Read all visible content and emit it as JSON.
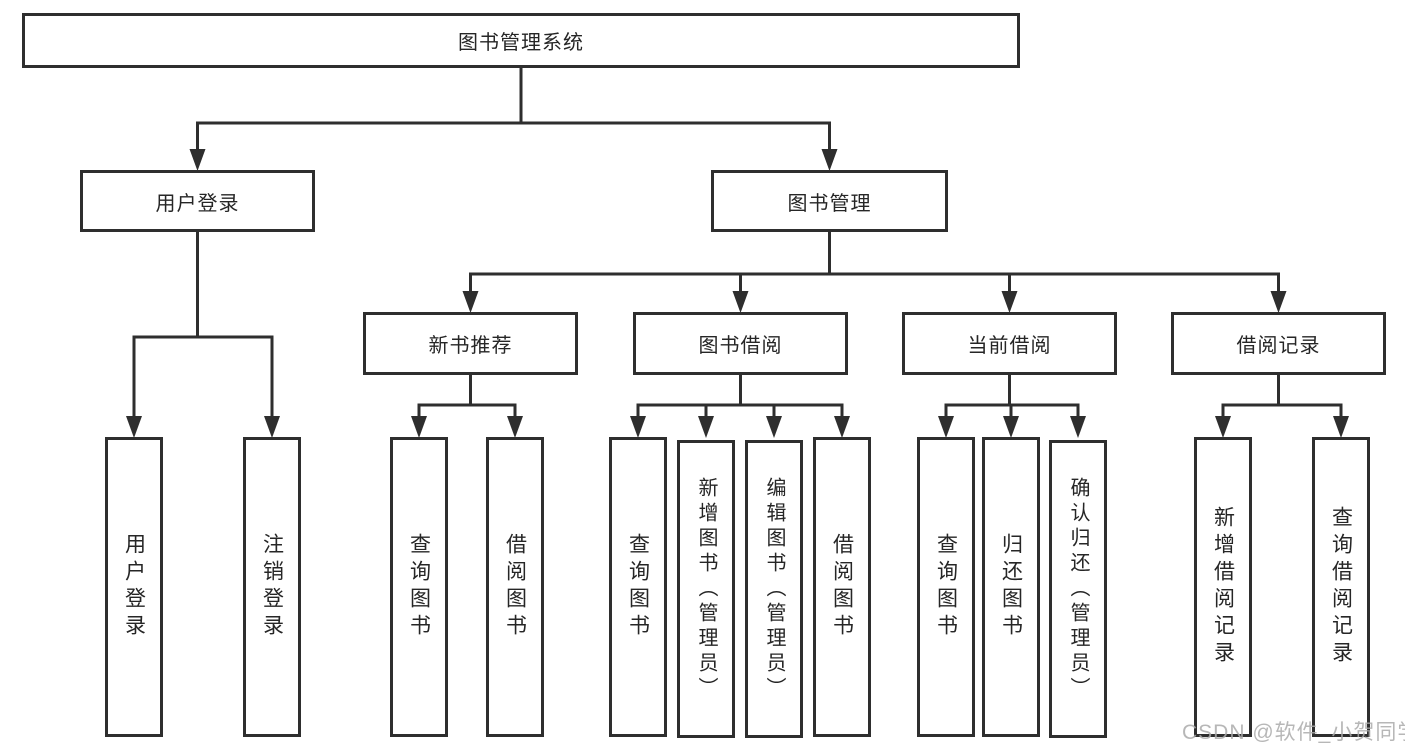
{
  "diagram": {
    "tree": {
      "root": "图书管理系统",
      "branches": [
        {
          "label": "用户登录",
          "children": [
            "用户登录",
            "注销登录"
          ]
        },
        {
          "label": "图书管理",
          "sections": [
            {
              "label": "新书推荐",
              "children": [
                "查询图书",
                "借阅图书"
              ]
            },
            {
              "label": "图书借阅",
              "children": [
                "查询图书",
                "新增图书（管理员）",
                "编辑图书（管理员）",
                "借阅图书"
              ]
            },
            {
              "label": "当前借阅",
              "children": [
                "查询图书",
                "归还图书",
                "确认归还（管理员）"
              ]
            },
            {
              "label": "借阅记录",
              "children": [
                "新增借阅记录",
                "查询借阅记录"
              ]
            }
          ]
        }
      ]
    },
    "colors": {
      "line": "#2e2e2e",
      "text": "#262626",
      "box_fill": "#ffffff",
      "background": "#ffffff",
      "watermark": "#aaaaaa"
    }
  },
  "watermark": "CSDN @软件_小贺同学"
}
